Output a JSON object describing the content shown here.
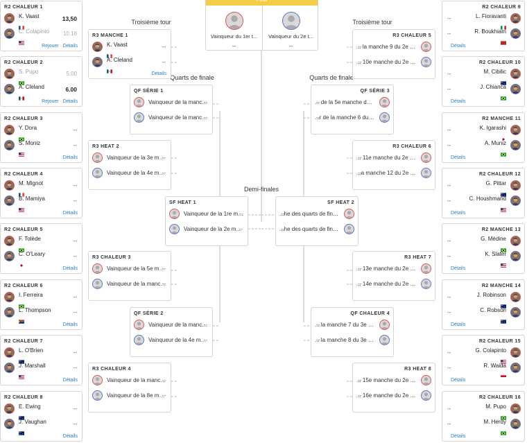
{
  "final": {
    "label": "Final",
    "slots": [
      {
        "name": "Vainqueur du 1er t...",
        "score": "--"
      },
      {
        "name": "Vainqueur du 2e t...",
        "score": "--"
      }
    ]
  },
  "round_labels": {
    "r3_left": "Troisième tour",
    "r3_right": "Troisième tour",
    "qf_left": "Quarts de finale",
    "qf_right": "Quarts de finale",
    "sf": "Demi-finales"
  },
  "links": {
    "rejouer": "Rejouer",
    "details": "Détails"
  },
  "r2_left": [
    {
      "title": "R2 CHALEUR 1",
      "rejouer": true,
      "players": [
        {
          "name": "K. Vaast",
          "flag": "fr",
          "score": "13,50",
          "win": true,
          "muted": false
        },
        {
          "name": "C. Colapinto",
          "flag": "us",
          "score": "10.16",
          "win": false,
          "muted": true
        }
      ]
    },
    {
      "title": "R2 CHALEUR 2",
      "rejouer": true,
      "players": [
        {
          "name": "S. Pupo",
          "flag": "br",
          "score": "5,00",
          "win": false,
          "muted": true
        },
        {
          "name": "A. Cleland",
          "flag": "mx",
          "score": "6.00",
          "win": true,
          "muted": false
        }
      ]
    },
    {
      "title": "R2 CHALEUR 3",
      "players": [
        {
          "name": "Y. Dora",
          "flag": "br",
          "score": "--"
        },
        {
          "name": "S. Moniz",
          "flag": "us",
          "score": "--"
        }
      ]
    },
    {
      "title": "R2 CHALEUR 4",
      "players": [
        {
          "name": "M. Mignot",
          "flag": "fr",
          "score": "--"
        },
        {
          "name": "B. Mamiya",
          "flag": "us",
          "score": "--"
        }
      ]
    },
    {
      "title": "R2 CHALEUR 5",
      "players": [
        {
          "name": "F. Tolède",
          "flag": "br",
          "score": "--"
        },
        {
          "name": "C. O'Leary",
          "flag": "jp",
          "score": "--"
        }
      ]
    },
    {
      "title": "R2 CHALEUR 6",
      "players": [
        {
          "name": "I. Ferreira",
          "flag": "br",
          "score": "--"
        },
        {
          "name": "L. Thompson",
          "flag": "za",
          "score": "--"
        }
      ]
    },
    {
      "title": "R2 CHALEUR 7",
      "players": [
        {
          "name": "L. O'Brien",
          "flag": "au",
          "score": "--"
        },
        {
          "name": "J. Marshall",
          "flag": "us",
          "score": "--"
        }
      ]
    },
    {
      "title": "R2 CHALEUR 8",
      "players": [
        {
          "name": "E. Ewing",
          "flag": "au",
          "score": "--"
        },
        {
          "name": "J. Vaughan",
          "flag": "au",
          "score": "--"
        }
      ]
    }
  ],
  "r2_right": [
    {
      "title": "R2 CHALEUR 9",
      "players": [
        {
          "name": "L. Fioravanti",
          "flag": "it",
          "score": "--"
        },
        {
          "name": "R. Boukhiam",
          "flag": "ma",
          "score": "--"
        }
      ]
    },
    {
      "title": "R2 CHALEUR 10",
      "players": [
        {
          "name": "M. Cibilic",
          "flag": "au",
          "score": "--"
        },
        {
          "name": "J. Chianca",
          "flag": "br",
          "score": "--"
        }
      ]
    },
    {
      "title": "R2 MANCHE 11",
      "players": [
        {
          "name": "K. Igarashi",
          "flag": "jp",
          "score": "--"
        },
        {
          "name": "A. Muniz",
          "flag": "br",
          "score": "--"
        }
      ]
    },
    {
      "title": "R2 CHALEUR 12",
      "players": [
        {
          "name": "G. Pittar",
          "flag": "au",
          "score": "--"
        },
        {
          "name": "C. Houshmand",
          "flag": "us",
          "score": "--"
        }
      ]
    },
    {
      "title": "R2 MANCHE 13",
      "players": [
        {
          "name": "G. Médine",
          "flag": "br",
          "score": "--"
        },
        {
          "name": "K. Slater",
          "flag": "us",
          "score": "--"
        }
      ]
    },
    {
      "title": "R2 MANCHE 14",
      "players": [
        {
          "name": "J. Robinson",
          "flag": "au",
          "score": "--"
        },
        {
          "name": "C. Robson",
          "flag": "au",
          "score": "--"
        }
      ]
    },
    {
      "title": "R2 CHALEUR 15",
      "players": [
        {
          "name": "G. Colapinto",
          "flag": "us",
          "score": "--"
        },
        {
          "name": "R. Waida",
          "flag": "id",
          "score": "--"
        }
      ]
    },
    {
      "title": "R2 CHALEUR 16",
      "players": [
        {
          "name": "M. Pupo",
          "flag": "br",
          "score": "--"
        },
        {
          "name": "M. Herdy",
          "flag": "br",
          "score": "--"
        }
      ]
    }
  ],
  "r3_left": [
    {
      "title": "R3 MANCHE 1",
      "players": [
        {
          "name": "K. Vaast",
          "flag": "fr",
          "score": "--"
        },
        {
          "name": "A. Cleland",
          "flag": "mx",
          "score": "--"
        }
      ]
    },
    {
      "title": "R3 HEAT 2",
      "players": [
        {
          "tbd": "Vainqueur de la 3e man...",
          "score": "--"
        },
        {
          "tbd": "Vainqueur de la 4e man...",
          "score": "--"
        }
      ]
    },
    {
      "title": "R3 CHALEUR 3",
      "players": [
        {
          "tbd": "Vainqueur de la 5e manch...",
          "score": "--"
        },
        {
          "tbd": "Vainqueur de la manch...",
          "score": "--"
        }
      ]
    },
    {
      "title": "R3 CHALEUR 4",
      "players": [
        {
          "tbd": "Vainqueur de la manch...",
          "score": "--"
        },
        {
          "tbd": "Vainqueur de la 8e manch...",
          "score": "--"
        }
      ]
    }
  ],
  "r3_right": [
    {
      "title": "R3 CHALEUR 5",
      "players": [
        {
          "tbd": "... la manche 9 du 2e tour",
          "score": "--"
        },
        {
          "tbd": "... 10e manche du 2e tour",
          "score": "--"
        }
      ]
    },
    {
      "title": "R3 CHALEUR 6",
      "players": [
        {
          "tbd": "... 11e manche du 2e tour",
          "score": "--"
        },
        {
          "tbd": "...a manche 12 du 2e tour",
          "score": "--"
        }
      ]
    },
    {
      "title": "R3 HEAT 7",
      "players": [
        {
          "tbd": "... 13e manche du 2e tour",
          "score": "--"
        },
        {
          "tbd": "... 14e manche du 2e tour",
          "score": "--"
        }
      ]
    },
    {
      "title": "R3 HEAT 8",
      "players": [
        {
          "tbd": "... 15e manche du 2e tour",
          "score": "--"
        },
        {
          "tbd": "... 16e manche du 2e tour",
          "score": "--"
        }
      ]
    }
  ],
  "qf_left": [
    {
      "title": "QF SÉRIE 1",
      "players": [
        {
          "tbd": "Vainqueur de la manch...",
          "score": "--"
        },
        {
          "tbd": "Vainqueur de la manch...",
          "score": "--"
        }
      ]
    },
    {
      "title": "QF SÉRIE 2",
      "players": [
        {
          "tbd": "Vainqueur de la manch...",
          "score": "--"
        },
        {
          "tbd": "Vainqueur de la 4e man...",
          "score": "--"
        }
      ]
    }
  ],
  "qf_right": [
    {
      "title": "QF SÉRIE 3",
      "players": [
        {
          "tbd": "... de la 5e manche du R3",
          "score": "--"
        },
        {
          "tbd": "...r de la manche 6 du R3",
          "score": "--"
        }
      ]
    },
    {
      "title": "QF CHALEUR 4",
      "players": [
        {
          "tbd": "... la manche 7 du 3e tour",
          "score": "--"
        },
        {
          "tbd": "... la manche 8 du 3e tour",
          "score": "--"
        }
      ]
    }
  ],
  "sf_left": [
    {
      "title": "SF HEAT 1",
      "players": [
        {
          "tbd": "Vainqueur de la 1re ma...",
          "score": "--"
        },
        {
          "tbd": "Vainqueur de la 2e man...",
          "score": "--"
        }
      ]
    }
  ],
  "sf_right": [
    {
      "title": "SF HEAT 2",
      "players": [
        {
          "tbd": "...he des quarts de finale",
          "score": "--"
        },
        {
          "tbd": "...he des quarts de finale",
          "score": "--"
        }
      ]
    }
  ],
  "colors": {
    "border": "#d4d4d4",
    "link": "#2d7fc4",
    "avatar_top": "#e25555",
    "avatar_bottom": "#5577cc",
    "final_band": "#f3cc48",
    "connector": "#b8b8b8"
  },
  "icons": {
    "avatar": "person-silhouette-icon",
    "flag": "country-flag-icon"
  }
}
